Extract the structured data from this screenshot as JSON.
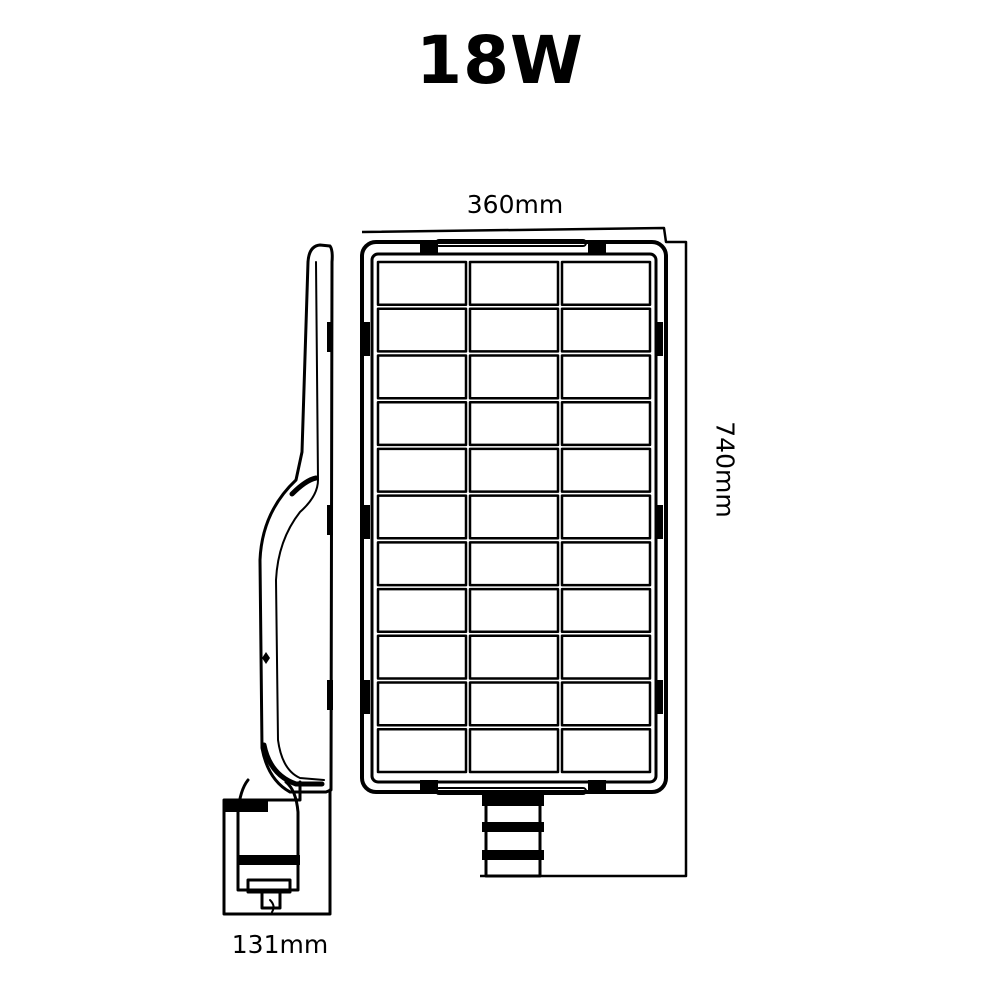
{
  "title": "18W",
  "dimensions": {
    "width": "360mm",
    "height": "740mm",
    "depth": "131mm"
  },
  "panel": {
    "rows": 11,
    "columns": 3
  },
  "colors": {
    "line": "#000000",
    "background": "#ffffff"
  }
}
